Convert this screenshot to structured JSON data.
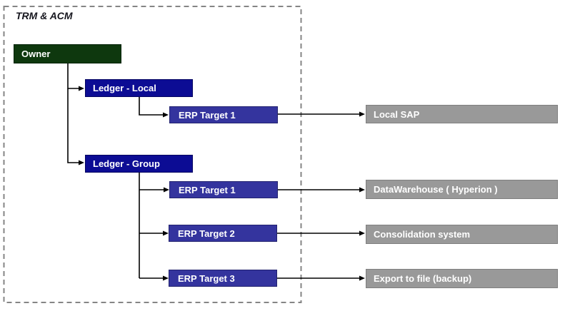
{
  "diagram": {
    "title": "TRM & ACM",
    "colors": {
      "owner": "#0e380e",
      "ledger": "#0c0c94",
      "erp": "#34349e",
      "external": "#999999",
      "line": "#000000",
      "boundary": "#858585",
      "label_text": "#ffffff",
      "title_text": "#17171f"
    },
    "nodes": {
      "owner": {
        "label": "Owner",
        "type": "owner"
      },
      "ledger_local": {
        "label": "Ledger - Local",
        "type": "ledger"
      },
      "erp_local_1": {
        "label": "ERP Target 1",
        "type": "erp-target"
      },
      "local_sap": {
        "label": "Local SAP",
        "type": "external-system"
      },
      "ledger_group": {
        "label": "Ledger - Group",
        "type": "ledger"
      },
      "erp_group_1": {
        "label": "ERP Target 1",
        "type": "erp-target"
      },
      "datawarehouse": {
        "label": "DataWarehouse ( Hyperion )",
        "type": "external-system"
      },
      "erp_group_2": {
        "label": "ERP Target 2",
        "type": "erp-target"
      },
      "consolidation": {
        "label": "Consolidation system",
        "type": "external-system"
      },
      "erp_group_3": {
        "label": "ERP Target 3",
        "type": "erp-target"
      },
      "export_file": {
        "label": "Export to file (backup)",
        "type": "external-system"
      }
    },
    "edges": [
      {
        "from": "Owner",
        "to": "Ledger - Local"
      },
      {
        "from": "Owner",
        "to": "Ledger - Group"
      },
      {
        "from": "Ledger - Local",
        "to": "ERP Target 1"
      },
      {
        "from": "ERP Target 1 (Ledger - Local)",
        "to": "Local SAP"
      },
      {
        "from": "Ledger - Group",
        "to": "ERP Target 1"
      },
      {
        "from": "Ledger - Group",
        "to": "ERP Target 2"
      },
      {
        "from": "Ledger - Group",
        "to": "ERP Target 3"
      },
      {
        "from": "ERP Target 1 (Ledger - Group)",
        "to": "DataWarehouse ( Hyperion )"
      },
      {
        "from": "ERP Target 2",
        "to": "Consolidation system"
      },
      {
        "from": "ERP Target 3",
        "to": "Export to file (backup)"
      }
    ]
  }
}
